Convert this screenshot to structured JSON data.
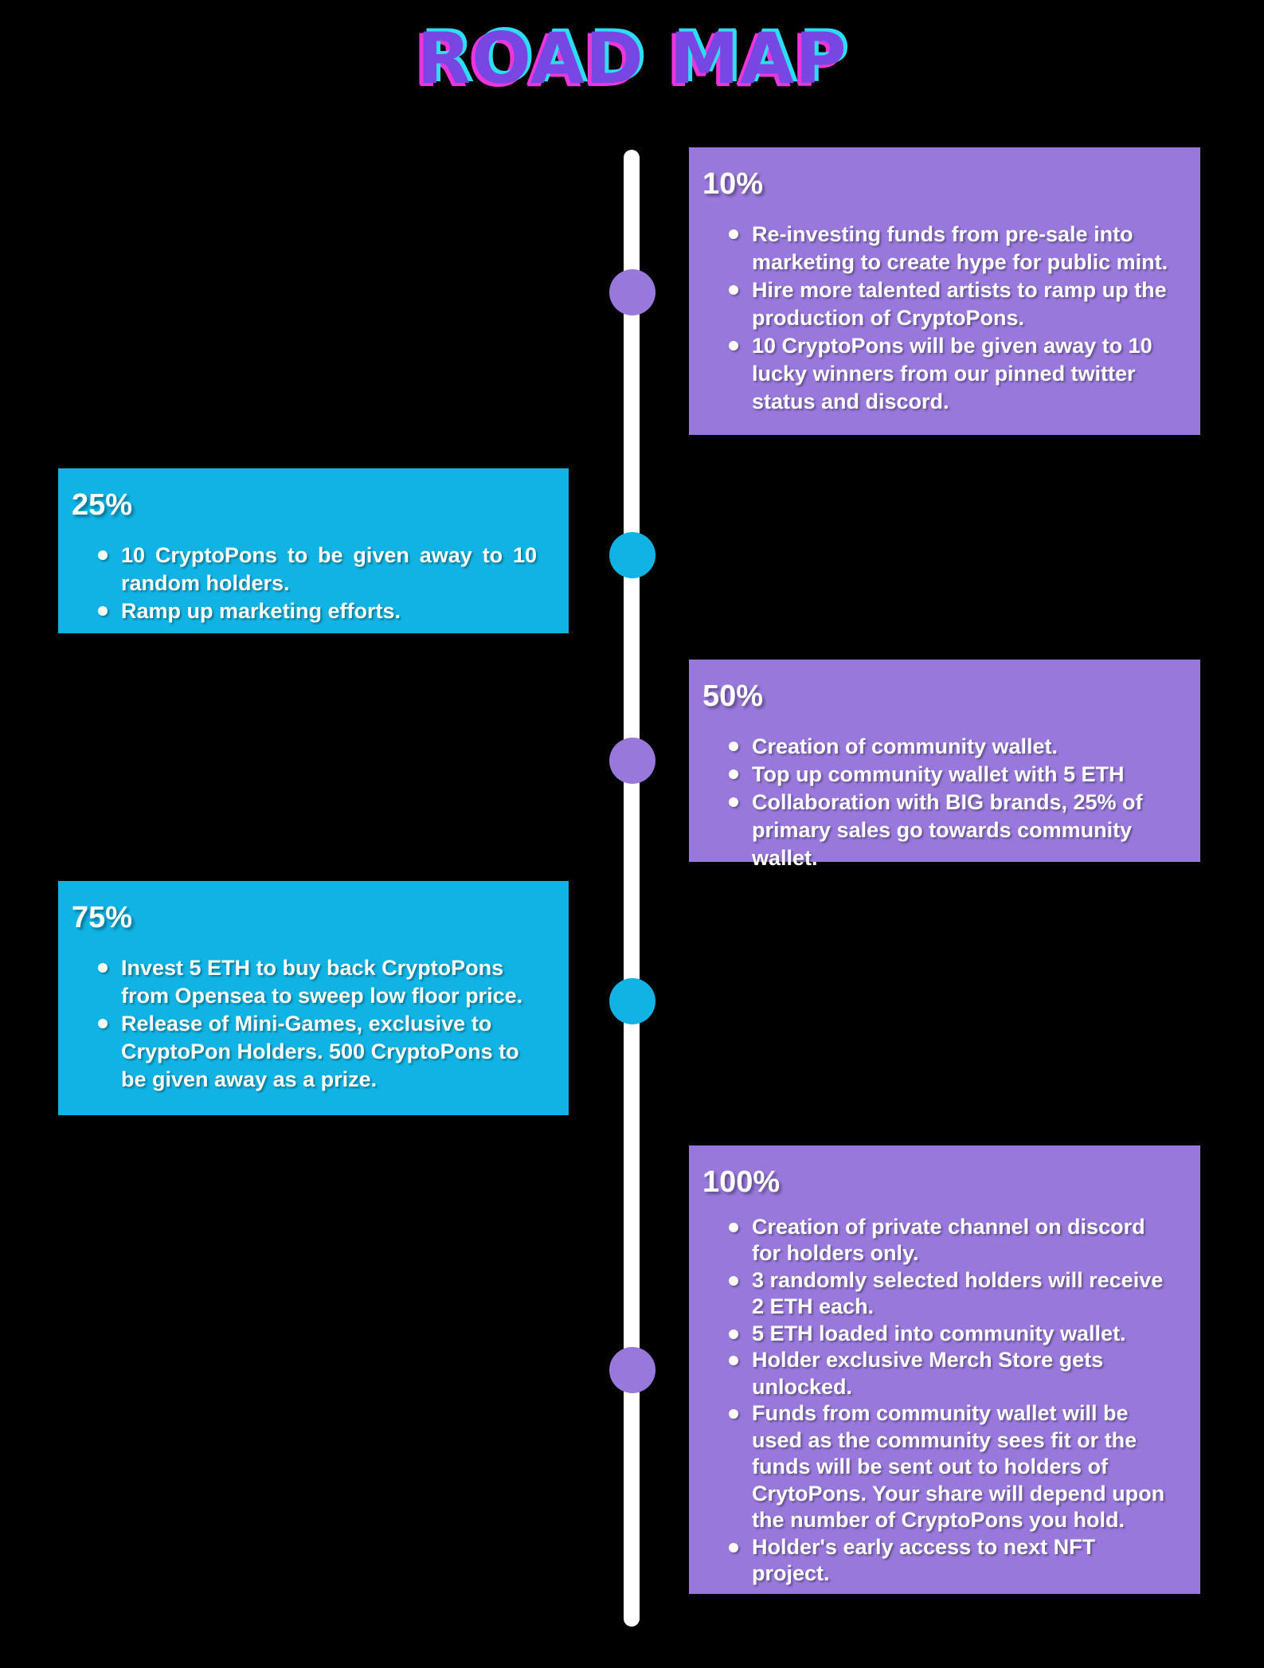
{
  "title": "ROAD MAP",
  "colors": {
    "background": "#000000",
    "timeline": "#FFFFFF",
    "purple": "#9878DB",
    "cyan": "#10B3E3",
    "text": "#FFFFFF",
    "title_fill": "#7847E3",
    "title_outline_cyan": "#2EDCF5",
    "title_outline_magenta": "#EC36DC"
  },
  "milestones": [
    {
      "percent": "10%",
      "side": "right",
      "color_key": "purple",
      "items": [
        "Re-investing funds from pre-sale into marketing to create hype for public mint.",
        "Hire more talented artists to ramp up the production of CryptoPons.",
        "10 CryptoPons will be given away to 10 lucky winners from our pinned twitter status and discord."
      ]
    },
    {
      "percent": "25%",
      "side": "left",
      "color_key": "cyan",
      "items": [
        "10 CryptoPons to be given away to 10 random holders.",
        "Ramp up marketing efforts."
      ]
    },
    {
      "percent": "50%",
      "side": "right",
      "color_key": "purple",
      "items": [
        "Creation of community wallet.",
        "Top up community wallet with 5 ETH",
        "Collaboration with BIG brands, 25% of primary sales go towards community wallet."
      ]
    },
    {
      "percent": "75%",
      "side": "left",
      "color_key": "cyan",
      "items": [
        "Invest 5 ETH to buy back CryptoPons from Opensea to sweep low floor price.",
        "Release of Mini-Games, exclusive to CryptoPon Holders. 500 CryptoPons to be given away as a prize."
      ]
    },
    {
      "percent": "100%",
      "side": "right",
      "color_key": "purple",
      "items": [
        "Creation of private channel on discord for holders only.",
        "3 randomly selected holders will receive 2 ETH each.",
        "5 ETH loaded into community wallet.",
        "Holder exclusive Merch Store gets unlocked.",
        "Funds from community wallet will be used as the community sees fit or the funds will be sent out to holders of CrytoPons. Your share will depend upon the number of CryptoPons you hold.",
        "Holder's early access to next NFT project."
      ]
    }
  ]
}
